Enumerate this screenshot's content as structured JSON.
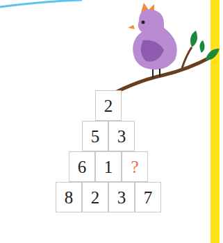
{
  "diagram": {
    "nodes": [
      {
        "text": [
          "2"
        ]
      },
      {
        "text": [
          "5"
        ]
      },
      {
        "text": [
          "3"
        ]
      },
      {
        "text": [
          "6"
        ]
      },
      {
        "text": [
          "1"
        ]
      },
      {
        "text": [
          "?"
        ]
      },
      {
        "text": [
          "8"
        ]
      },
      {
        "text": [
          "2"
        ]
      },
      {
        "text": [
          "3"
        ]
      },
      {
        "text": [
          "7"
        ]
      }
    ]
  }
}
